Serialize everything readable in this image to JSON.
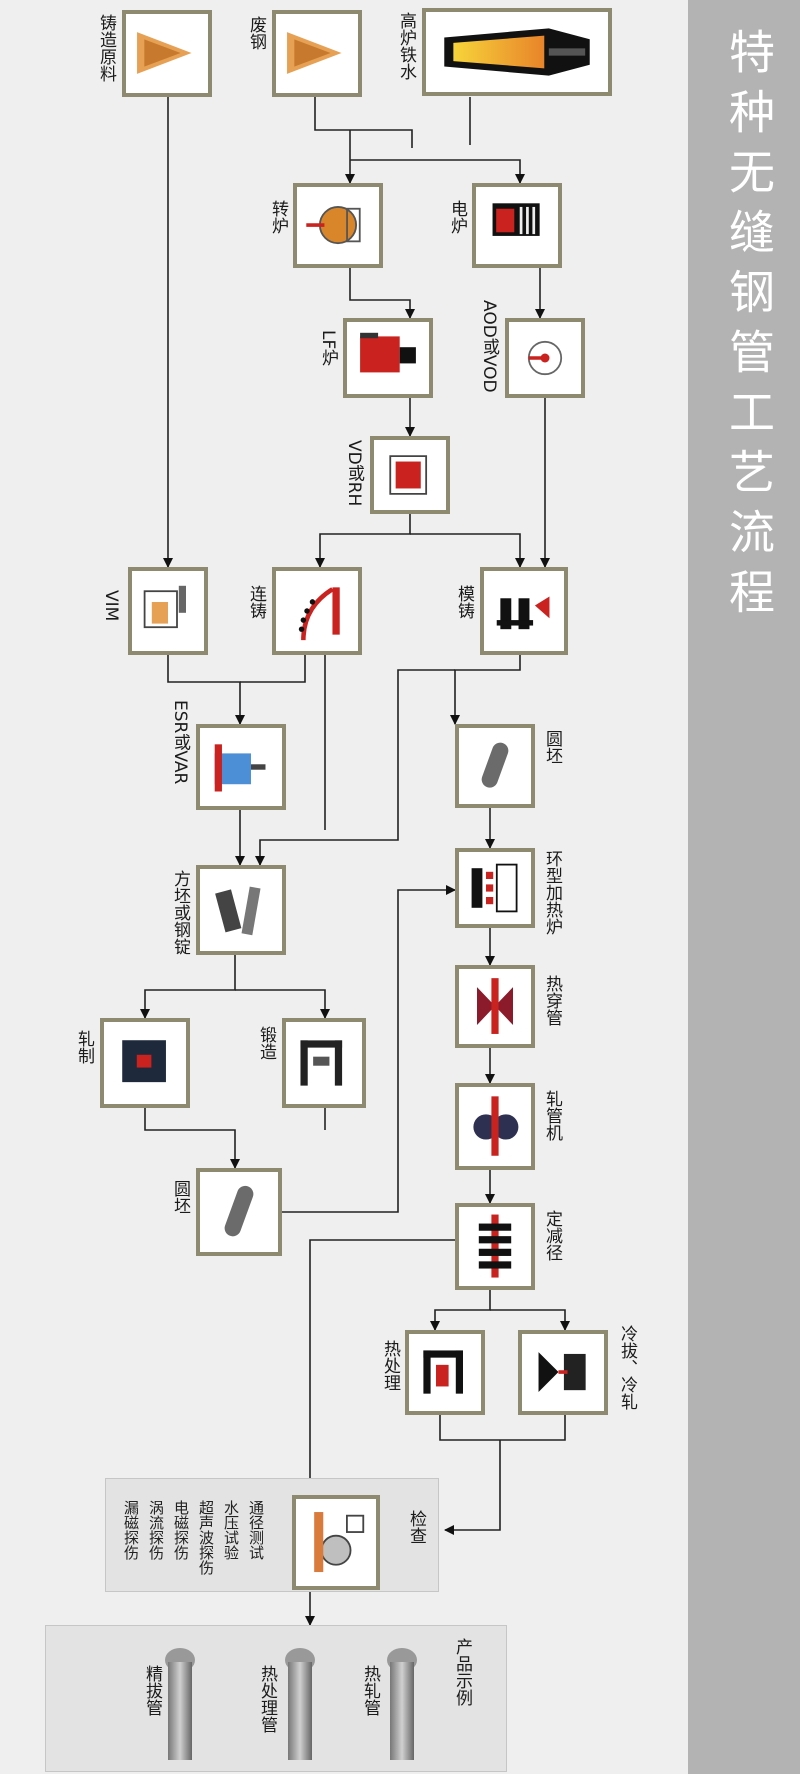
{
  "title": "特种无缝钢管工艺流程",
  "steps": {
    "blast_iron": "高炉铁水",
    "scrap": "废钢",
    "casting_raw": "铸造原料",
    "converter": "转炉",
    "electric_furnace": "电炉",
    "lf_furnace": "LF炉",
    "aod": "AOD或VOD",
    "vd": "VD或RH",
    "vim": "VIM",
    "continuous_casting": "连铸",
    "die_casting": "模铸",
    "esr": "ESR或VAR",
    "billet_ingot": "方坯或钢锭",
    "round_billet_top": "圆坯",
    "ring_furnace": "环型加热炉",
    "piercing": "热穿管",
    "forging": "锻造",
    "rolling": "轧制",
    "tube_mill": "轧管机",
    "round_billet_bottom": "圆坯",
    "sizing": "定减径",
    "cold_draw": "冷拔、冷轧",
    "heat_treat": "热处理",
    "inspection": "检查"
  },
  "inspection_items": [
    "通径测试",
    "水压试验",
    "超声波探伤",
    "电磁探伤",
    "涡流探伤",
    "漏磁探伤"
  ],
  "products": {
    "heading": "产品示例",
    "items": [
      "热轧管",
      "热处理管",
      "精拔管"
    ]
  },
  "colors": {
    "frame": "#8d8a6f",
    "sidebar": "#b3b3b3",
    "furnace_red": "#c9221f",
    "molten_orange": "#f0a12b"
  }
}
